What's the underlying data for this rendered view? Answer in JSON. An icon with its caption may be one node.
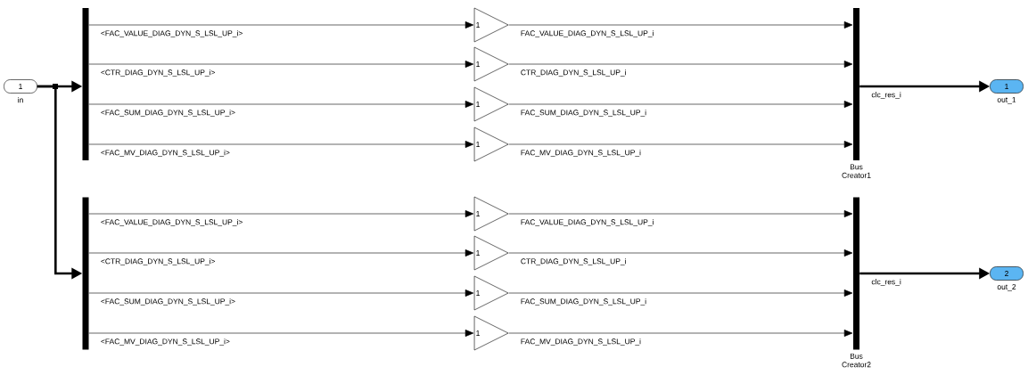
{
  "diagram": {
    "nodes": [
      {
        "text": [
          "1"
        ],
        "beside": [
          "in"
        ]
      },
      {
        "text": [],
        "shape": "bar"
      },
      {
        "text": [
          "1"
        ]
      },
      {
        "text": [
          "1"
        ]
      },
      {
        "text": [
          "1"
        ]
      },
      {
        "text": [
          "1"
        ]
      },
      {
        "text": [],
        "shape": "bar",
        "beside": [
          "Bus Creator1"
        ]
      },
      {
        "text": [
          "1"
        ],
        "beside": [
          "out_1"
        ]
      },
      {
        "text": [],
        "shape": "bar"
      },
      {
        "text": [
          "1"
        ]
      },
      {
        "text": [
          "1"
        ]
      },
      {
        "text": [
          "1"
        ]
      },
      {
        "text": [
          "1"
        ]
      },
      {
        "text": [],
        "shape": "bar",
        "beside": [
          "Bus Creator2"
        ]
      },
      {
        "text": [
          "2"
        ],
        "beside": [
          "out_2"
        ]
      }
    ],
    "edges": [
      {
        "from": 0,
        "to": 1,
        "arrow": "to",
        "style": "thick"
      },
      {
        "from": 0,
        "to": 8,
        "arrow": "to",
        "style": "thick"
      },
      {
        "from": 1,
        "to": 2,
        "arrow": "to",
        "label": "<FAC_VALUE_DIAG_DYN_S_LSL_UP_i>"
      },
      {
        "from": 1,
        "to": 3,
        "arrow": "to",
        "label": "<CTR_DIAG_DYN_S_LSL_UP_i>"
      },
      {
        "from": 1,
        "to": 4,
        "arrow": "to",
        "label": "<FAC_SUM_DIAG_DYN_S_LSL_UP_i>"
      },
      {
        "from": 1,
        "to": 5,
        "arrow": "to",
        "label": "<FAC_MV_DIAG_DYN_S_LSL_UP_i>"
      },
      {
        "from": 2,
        "to": 6,
        "arrow": "to",
        "label": "FAC_VALUE_DIAG_DYN_S_LSL_UP_i"
      },
      {
        "from": 3,
        "to": 6,
        "arrow": "to",
        "label": "CTR_DIAG_DYN_S_LSL_UP_i"
      },
      {
        "from": 4,
        "to": 6,
        "arrow": "to",
        "label": "FAC_SUM_DIAG_DYN_S_LSL_UP_i"
      },
      {
        "from": 5,
        "to": 6,
        "arrow": "to",
        "label": "FAC_MV_DIAG_DYN_S_LSL_UP_i"
      },
      {
        "from": 6,
        "to": 7,
        "arrow": "to",
        "label": "clc_res_i",
        "style": "thick"
      },
      {
        "from": 8,
        "to": 9,
        "arrow": "to",
        "label": "<FAC_VALUE_DIAG_DYN_S_LSL_UP_i>"
      },
      {
        "from": 8,
        "to": 10,
        "arrow": "to",
        "label": "<CTR_DIAG_DYN_S_LSL_UP_i>"
      },
      {
        "from": 8,
        "to": 11,
        "arrow": "to",
        "label": "<FAC_SUM_DIAG_DYN_S_LSL_UP_i>"
      },
      {
        "from": 8,
        "to": 12,
        "arrow": "to",
        "label": "<FAC_MV_DIAG_DYN_S_LSL_UP_i>"
      },
      {
        "from": 9,
        "to": 13,
        "arrow": "to",
        "label": "FAC_VALUE_DIAG_DYN_S_LSL_UP_i"
      },
      {
        "from": 10,
        "to": 13,
        "arrow": "to",
        "label": "CTR_DIAG_DYN_S_LSL_UP_i"
      },
      {
        "from": 11,
        "to": 13,
        "arrow": "to",
        "label": "FAC_SUM_DIAG_DYN_S_LSL_UP_i"
      },
      {
        "from": 12,
        "to": 13,
        "arrow": "to",
        "label": "FAC_MV_DIAG_DYN_S_LSL_UP_i"
      },
      {
        "from": 13,
        "to": 14,
        "arrow": "to",
        "label": "clc_res_i",
        "style": "thick"
      }
    ]
  }
}
